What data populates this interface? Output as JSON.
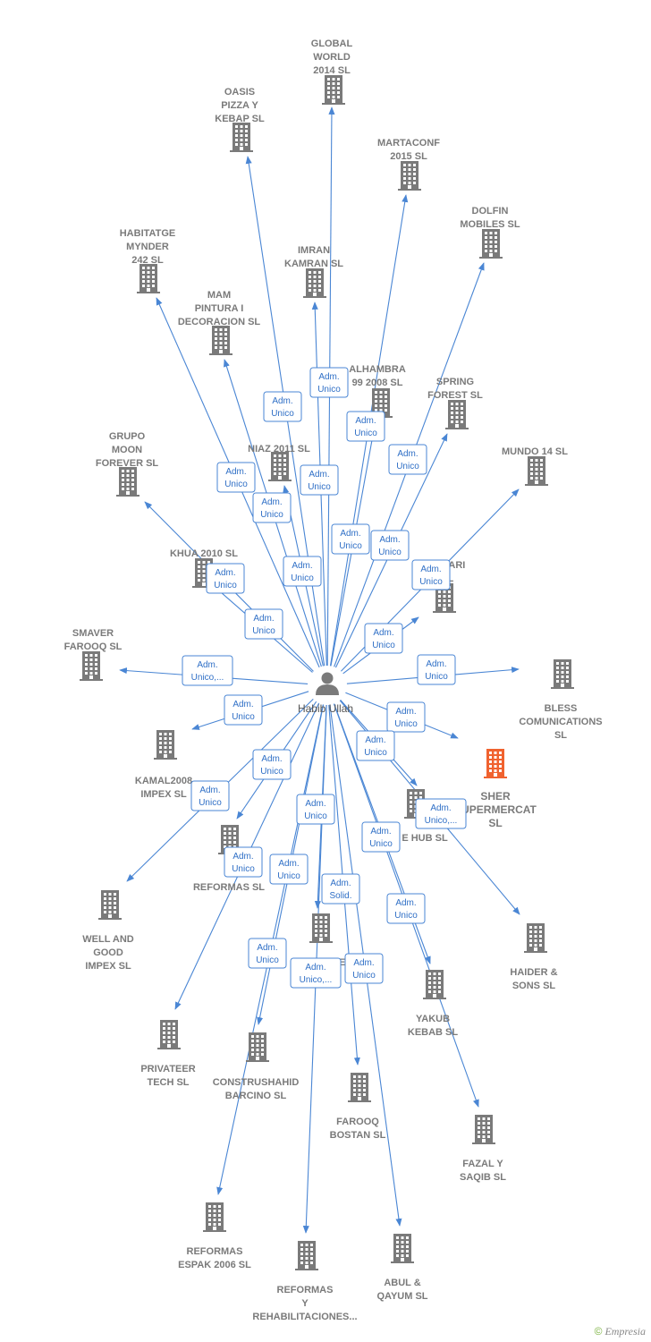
{
  "colors": {
    "edge": "#4a86d4",
    "node": "#7a7a7a",
    "highlight": "#f0622f",
    "person": "#7a7a7a"
  },
  "center": {
    "label": "Habib Ullah",
    "icon": "person-icon"
  },
  "footer": {
    "copyright": "©",
    "brand": "Empresia"
  },
  "nodes": [
    {
      "id": "global-world",
      "label": [
        "GLOBAL",
        "WORLD",
        "2014  SL"
      ]
    },
    {
      "id": "oasis-pizza",
      "label": [
        "OASIS",
        "PIZZA Y",
        "KEBAP SL"
      ]
    },
    {
      "id": "martaconf",
      "label": [
        "MARTACONF",
        "2015  SL"
      ]
    },
    {
      "id": "dolfin",
      "label": [
        "DOLFIN",
        "MOBILES SL"
      ]
    },
    {
      "id": "habitatge",
      "label": [
        "HABITATGE",
        "MYNDER",
        "242 SL"
      ]
    },
    {
      "id": "imran",
      "label": [
        "IMRAN",
        "KAMRAN SL"
      ]
    },
    {
      "id": "mam-pintura",
      "label": [
        "MAM",
        "PINTURA I",
        "DECORACION SL"
      ]
    },
    {
      "id": "alhambra",
      "label": [
        "ALHAMBRA",
        "99 2008 SL"
      ]
    },
    {
      "id": "spring",
      "label": [
        "SPRING",
        "FOREST  SL"
      ]
    },
    {
      "id": "grupo-moon",
      "label": [
        "GRUPO",
        "MOON",
        "FOREVER SL"
      ]
    },
    {
      "id": "niaz",
      "label": [
        "NIAZ 2011 SL"
      ]
    },
    {
      "id": "mundo",
      "label": [
        "MUNDO 14 SL"
      ]
    },
    {
      "id": "khua",
      "label": [
        "KHUA 2010 SL"
      ]
    },
    {
      "id": "bukhari",
      "label": [
        "BUKHARI",
        "S SL"
      ]
    },
    {
      "id": "smaver",
      "label": [
        "SMAVER",
        "FAROOQ SL"
      ]
    },
    {
      "id": "bless",
      "label": [
        "BLESS",
        "COMUNICATIONS",
        "SL"
      ]
    },
    {
      "id": "kamal",
      "label": [
        "KAMAL2008",
        "IMPEX SL"
      ]
    },
    {
      "id": "sher",
      "label": [
        "SHER",
        "SUPERMERCAT",
        "SL"
      ]
    },
    {
      "id": "hub",
      "label": [
        "E HUB  SL"
      ]
    },
    {
      "id": "s-reformas",
      "label": [
        "S",
        "REFORMAS SL"
      ]
    },
    {
      "id": "well-good",
      "label": [
        "WELL AND",
        "GOOD",
        "IMPEX SL"
      ]
    },
    {
      "id": "haider",
      "label": [
        "HAIDER &",
        "SONS SL"
      ]
    },
    {
      "id": "definitive",
      "label": [
        "DEFINITIVE"
      ]
    },
    {
      "id": "yakub",
      "label": [
        "YAKUB",
        "KEBAB  SL"
      ]
    },
    {
      "id": "privateer",
      "label": [
        "PRIVATEER",
        "TECH  SL"
      ]
    },
    {
      "id": "construshahid",
      "label": [
        "CONSTRUSHAHID",
        "BARCINO SL"
      ]
    },
    {
      "id": "farooq-bostan",
      "label": [
        "FAROOQ",
        "BOSTAN SL"
      ]
    },
    {
      "id": "fazal",
      "label": [
        "FAZAL Y",
        "SAQIB SL"
      ]
    },
    {
      "id": "reformas-espak",
      "label": [
        "REFORMAS",
        "ESPAK 2006 SL"
      ]
    },
    {
      "id": "reformas-y-rehab",
      "label": [
        "REFORMAS",
        "Y",
        "REHABILITACIONES..."
      ]
    },
    {
      "id": "abul",
      "label": [
        "ABUL &",
        "QAYUM  SL"
      ]
    }
  ],
  "tags": [
    {
      "lines": [
        "Adm.",
        "Unico"
      ]
    },
    {
      "lines": [
        "Adm.",
        "Unico"
      ]
    },
    {
      "lines": [
        "Adm.",
        "Unico"
      ]
    },
    {
      "lines": [
        "Adm.",
        "Unico"
      ]
    },
    {
      "lines": [
        "Adm.",
        "Unico"
      ]
    },
    {
      "lines": [
        "Adm.",
        "Unico"
      ]
    },
    {
      "lines": [
        "Adm.",
        "Unico"
      ]
    },
    {
      "lines": [
        "Adm.",
        "Unico"
      ]
    },
    {
      "lines": [
        "Adm.",
        "Unico"
      ]
    },
    {
      "lines": [
        "Adm.",
        "Unico"
      ]
    },
    {
      "lines": [
        "Adm.",
        "Unico"
      ]
    },
    {
      "lines": [
        "Adm.",
        "Unico"
      ]
    },
    {
      "lines": [
        "Adm.",
        "Unico"
      ]
    },
    {
      "lines": [
        "Adm.",
        "Unico"
      ]
    },
    {
      "lines": [
        "Adm.",
        "Unico,..."
      ]
    },
    {
      "lines": [
        "Adm.",
        "Unico"
      ]
    },
    {
      "lines": [
        "Adm.",
        "Unico"
      ]
    },
    {
      "lines": [
        "Adm.",
        "Unico"
      ]
    },
    {
      "lines": [
        "Adm.",
        "Unico"
      ]
    },
    {
      "lines": [
        "Adm.",
        "Unico"
      ]
    },
    {
      "lines": [
        "Adm.",
        "Unico"
      ]
    },
    {
      "lines": [
        "Adm.",
        "Unico,..."
      ]
    },
    {
      "lines": [
        "Adm.",
        "Unico"
      ]
    },
    {
      "lines": [
        "Adm.",
        "Unico"
      ]
    },
    {
      "lines": [
        "Adm.",
        "Unico"
      ]
    },
    {
      "lines": [
        "Adm.",
        "Unico"
      ]
    },
    {
      "lines": [
        "Adm.",
        "Solid."
      ]
    },
    {
      "lines": [
        "Adm.",
        "Unico"
      ]
    },
    {
      "lines": [
        "Adm.",
        "Unico"
      ]
    },
    {
      "lines": [
        "Adm.",
        "Unico,..."
      ]
    },
    {
      "lines": [
        "Adm.",
        "Unico"
      ]
    },
    {
      "lines": [
        "Adm.",
        "Unico"
      ]
    }
  ]
}
